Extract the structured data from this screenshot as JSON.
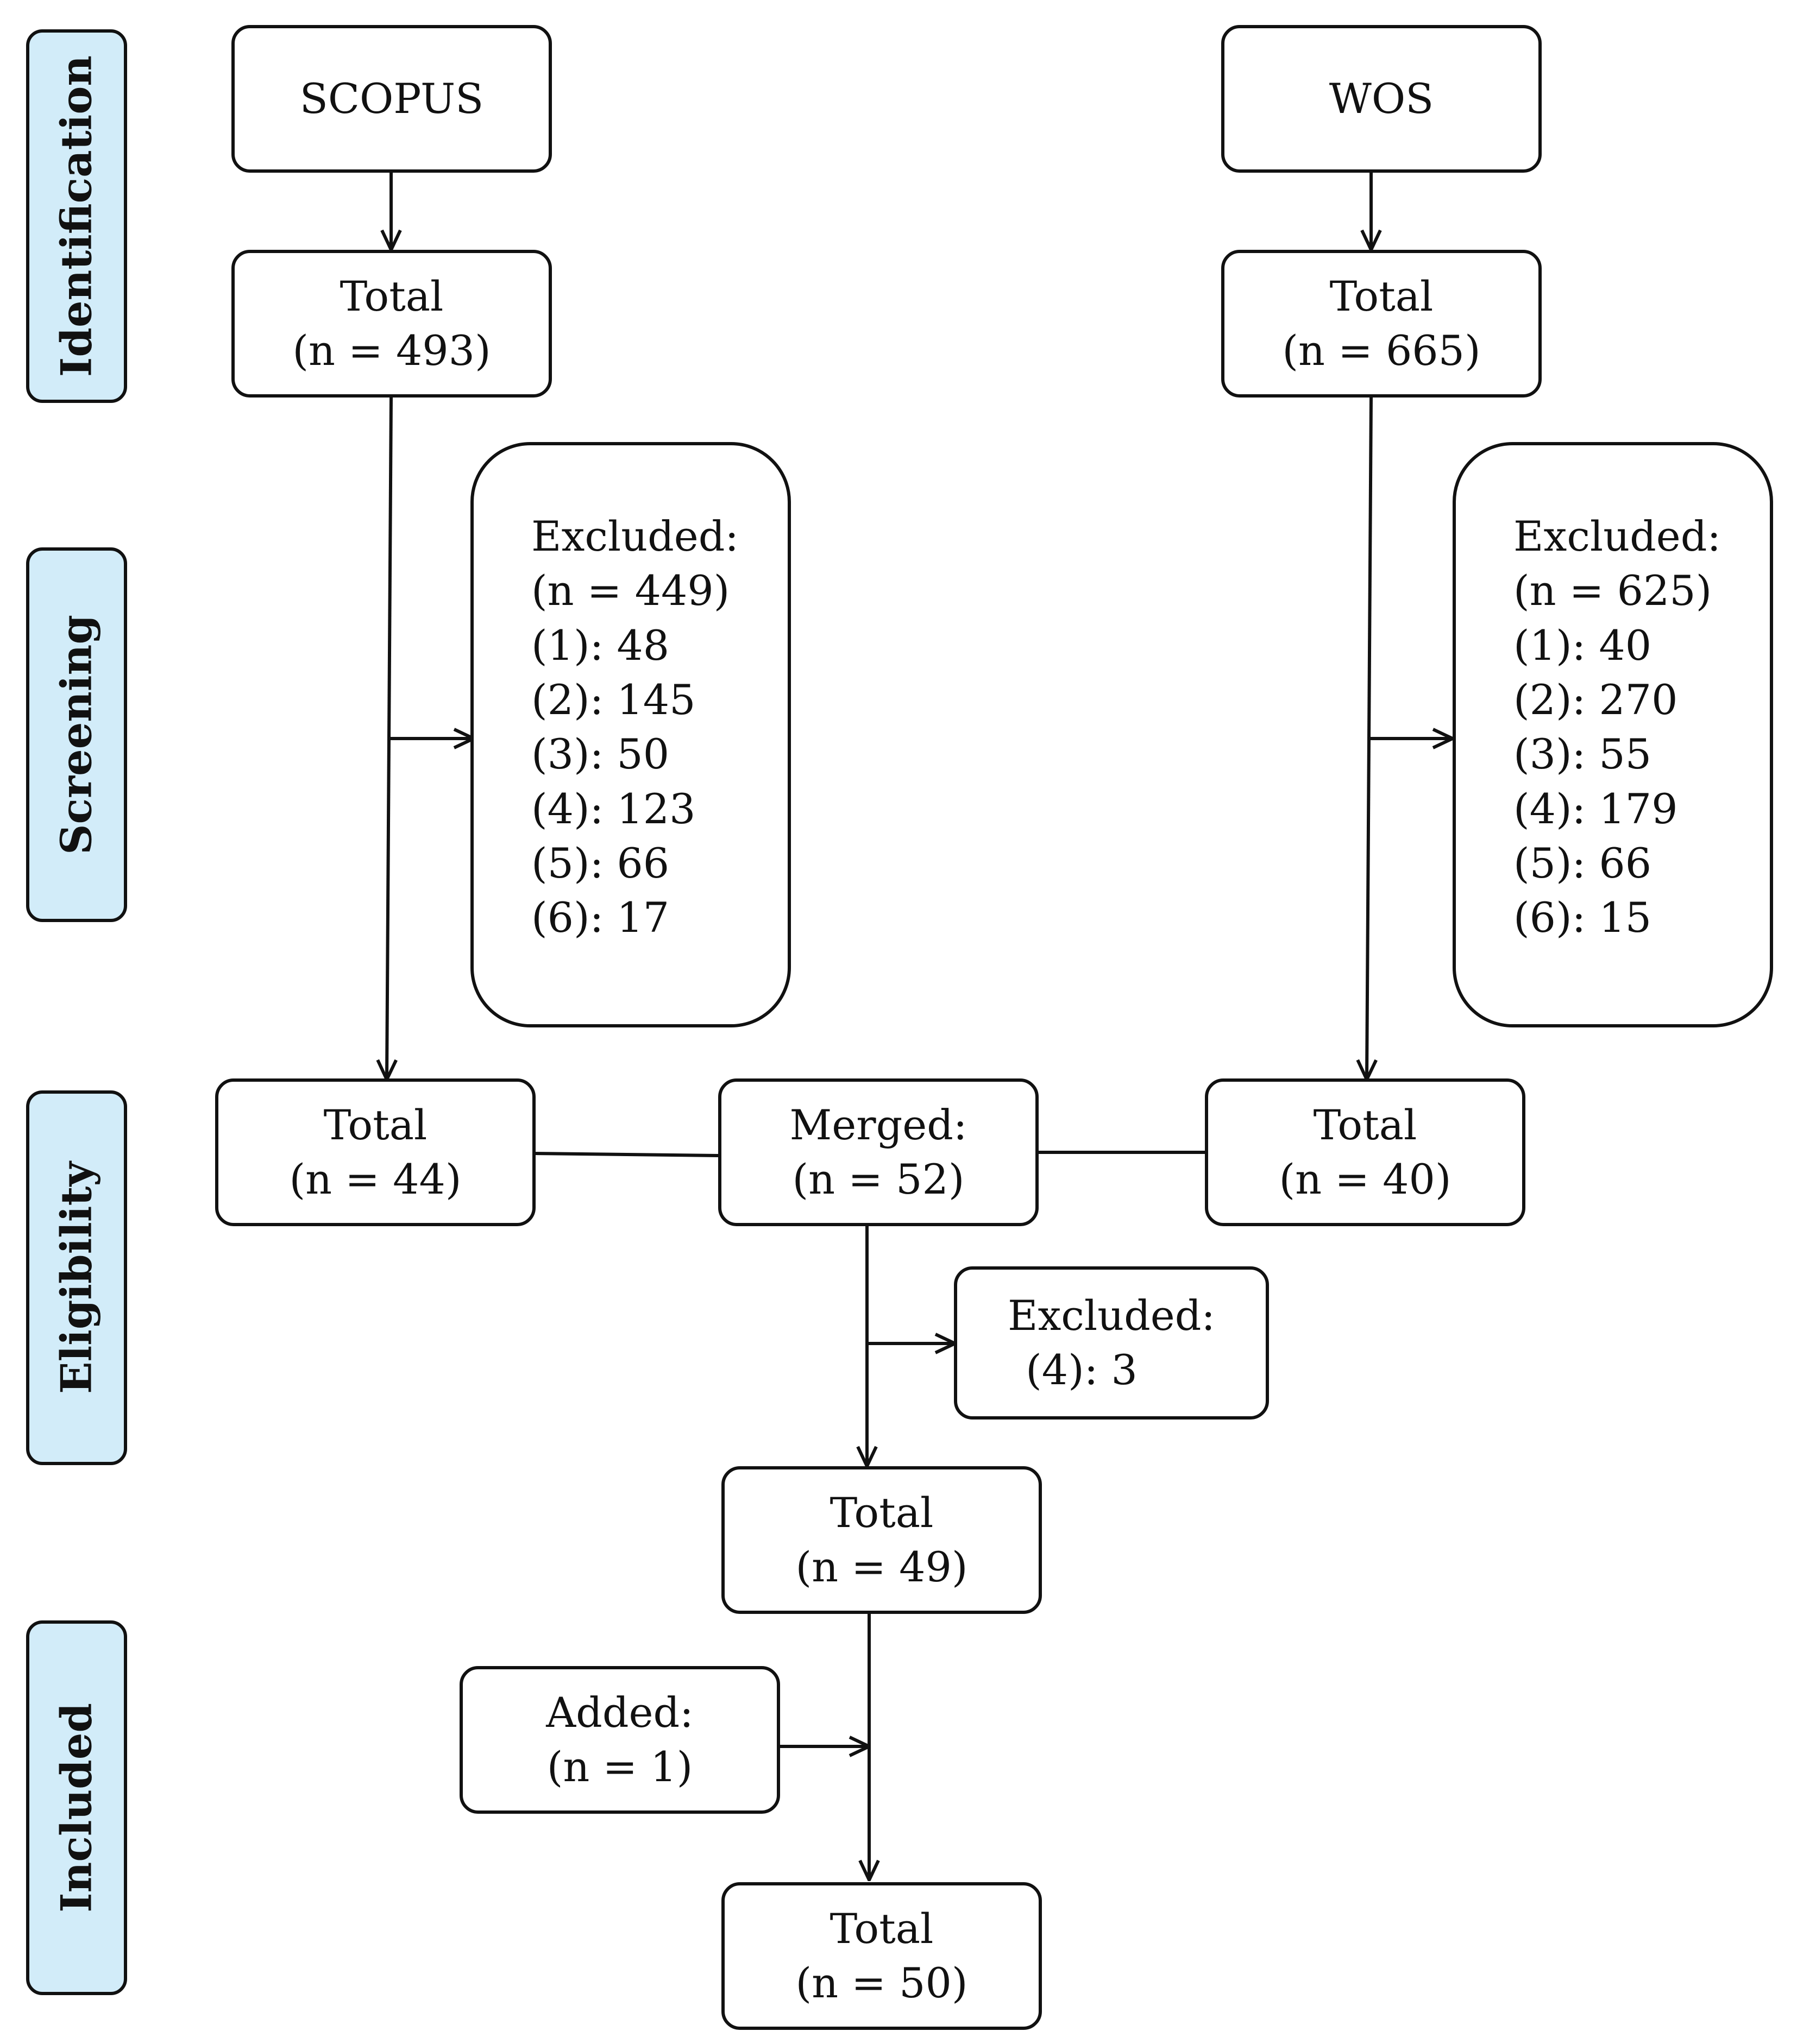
{
  "phases": [
    "Identification",
    "Screening",
    "Eligibility",
    "Included"
  ],
  "scopus": {
    "source": "SCOPUS",
    "total_label": "Total",
    "total_count": "(n = 493)",
    "excluded": {
      "title": "Excluded:",
      "count": "(n = 449)",
      "reasons": [
        "(1): 48",
        "(2): 145",
        "(3): 50",
        "(4): 123",
        "(5): 66",
        "(6): 17"
      ]
    },
    "eligible_label": "Total",
    "eligible_count": "(n = 44)"
  },
  "wos": {
    "source": "WOS",
    "total_label": "Total",
    "total_count": "(n = 665)",
    "excluded": {
      "title": "Excluded:",
      "count": "(n = 625)",
      "reasons": [
        "(1): 40",
        "(2): 270",
        "(3): 55",
        "(4): 179",
        "(5): 66",
        "(6): 15"
      ]
    },
    "eligible_label": "Total",
    "eligible_count": "(n = 40)"
  },
  "merged": {
    "label": "Merged:",
    "count": "(n = 52)"
  },
  "eligibility_excluded": {
    "label": "Excluded:",
    "reason": "(4): 3"
  },
  "after_exclusion": {
    "label": "Total",
    "count": "(n = 49)"
  },
  "added": {
    "label": "Added:",
    "count": "(n = 1)"
  },
  "final": {
    "label": "Total",
    "count": "(n = 50)"
  }
}
